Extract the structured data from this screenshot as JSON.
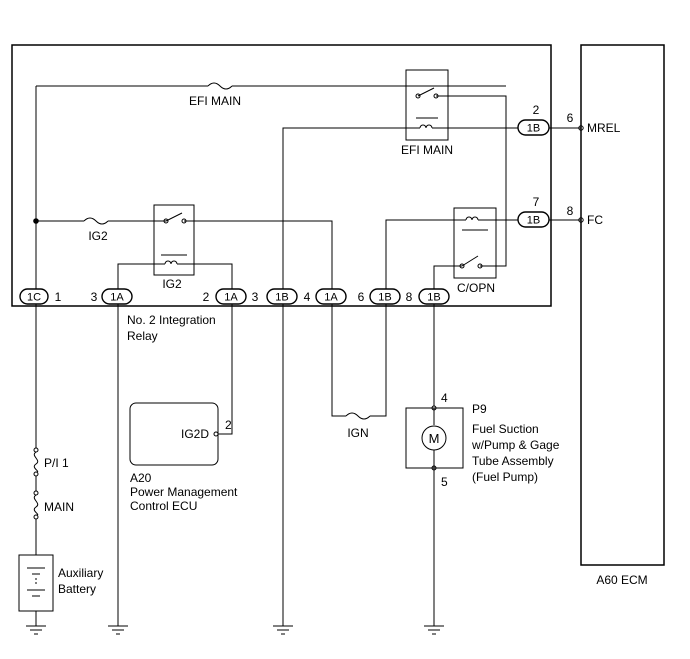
{
  "components": {
    "efi_main_fuse": "EFI MAIN",
    "efi_main_relay": "EFI MAIN",
    "ig2_fuse": "IG2",
    "ig2_relay": "IG2",
    "copn_relay": "C/OPN",
    "ign_fuse": "IGN",
    "integration_relay": [
      "No. 2 Integration",
      "Relay"
    ],
    "pmecu": {
      "code": "A20",
      "name_lines": [
        "Power Management",
        "Control ECU"
      ],
      "terminal": "IG2D",
      "pin": "2"
    },
    "fuel_pump": {
      "code": "P9",
      "name_lines": [
        "Fuel Suction",
        "w/Pump & Gage",
        "Tube Assembly",
        "(Fuel Pump)"
      ],
      "motor": "M",
      "pin_top": "4",
      "pin_bottom": "5"
    },
    "ecm": {
      "label": "A60 ECM",
      "terminals": {
        "mrel": "MREL",
        "fc": "FC"
      },
      "pins": {
        "mrel": "6",
        "fc": "8"
      }
    },
    "fuse_pi1": "P/I 1",
    "fuse_main": "MAIN",
    "battery": [
      "Auxiliary",
      "Battery"
    ]
  },
  "connectors": {
    "c1c": {
      "code": "1C",
      "pin": "1"
    },
    "c1a_left": {
      "code": "1A",
      "pin": "3"
    },
    "c1a_mid": {
      "code": "1A",
      "pin_left": "2",
      "pin_right": "3"
    },
    "c1b_a": {
      "code": "1B",
      "pin": "4"
    },
    "c1a_r": {
      "code": "1A",
      "pin": "6"
    },
    "c1b_b": {
      "code": "1B",
      "pin": "8"
    },
    "c1b_c": {
      "code": "1B"
    },
    "c1b_mrel": {
      "code": "1B",
      "pin": "2"
    },
    "c1b_fc": {
      "code": "1B",
      "pin": "7"
    }
  }
}
